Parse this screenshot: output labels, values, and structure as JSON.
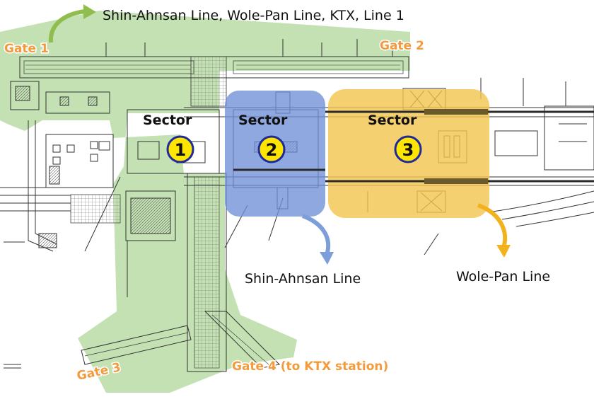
{
  "diagram": {
    "top_label": "Shin-Ahnsan Line, Wole-Pan Line, KTX, Line 1",
    "gates": {
      "gate1": "Gate 1",
      "gate2": "Gate 2",
      "gate3": "Gate 3",
      "gate4": "Gate 4 (to KTX station)"
    },
    "sectors": [
      {
        "label": "Sector",
        "number": "1"
      },
      {
        "label": "Sector",
        "number": "2"
      },
      {
        "label": "Sector",
        "number": "3"
      }
    ],
    "line_labels": {
      "shin_ahnsan": "Shin-Ahnsan Line",
      "wole_pan": "Wole-Pan Line"
    }
  },
  "colors": {
    "sector1_zone": "#b9dca6",
    "sector2_zone": "#6f8fd6",
    "sector3_zone": "#f2c44d",
    "gate_text": "#f39a3d",
    "badge_fill": "#ffe600",
    "badge_ring": "#1e2a9c",
    "arrow_green": "#8fbe4f",
    "arrow_blue": "#7d9fd9",
    "arrow_orange": "#f2b21e"
  }
}
